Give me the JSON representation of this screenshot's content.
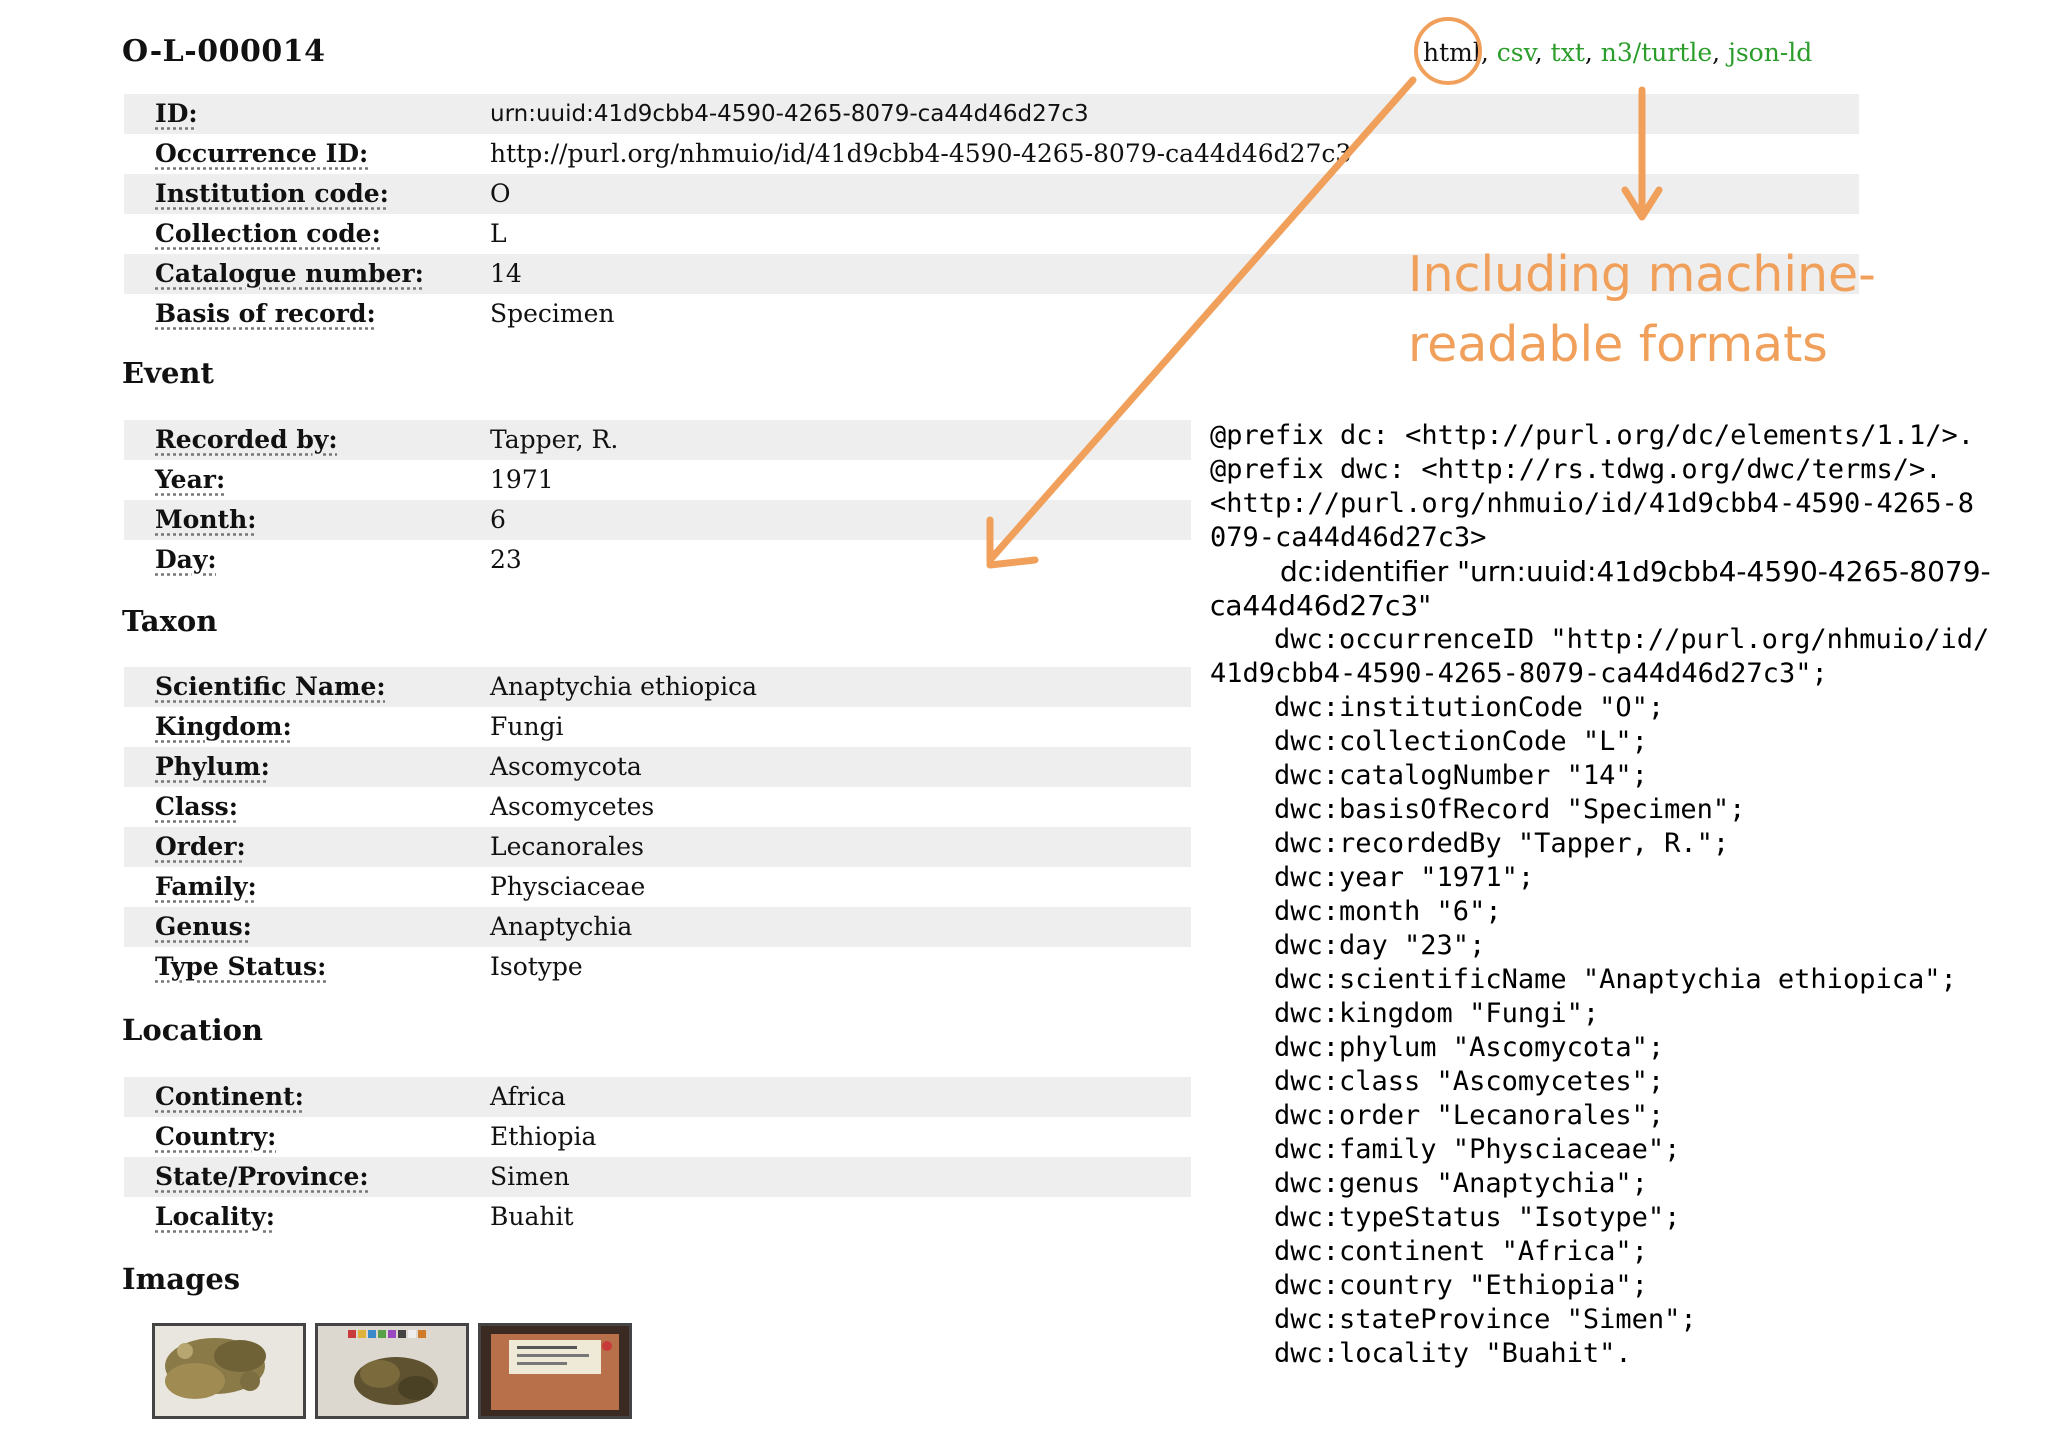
{
  "record": {
    "title": "O-L-000014",
    "rows": [
      {
        "label": "ID:",
        "value": "urn:uuid:41d9cbb4-4590-4265-8079-ca44d46d27c3"
      },
      {
        "label": "Occurrence ID:",
        "value": "http://purl.org/nhmuio/id/41d9cbb4-4590-4265-8079-ca44d46d27c3"
      },
      {
        "label": "Institution code:",
        "value": "O"
      },
      {
        "label": "Collection code:",
        "value": "L"
      },
      {
        "label": "Catalogue number:",
        "value": "14"
      },
      {
        "label": "Basis of record:",
        "value": "Specimen"
      }
    ]
  },
  "formats": {
    "current": "html",
    "links": [
      "csv",
      "txt",
      "n3/turtle",
      "json-ld"
    ],
    "separator": ","
  },
  "event": {
    "title": "Event",
    "rows": [
      {
        "label": "Recorded by:",
        "value": "Tapper, R."
      },
      {
        "label": "Year:",
        "value": "1971"
      },
      {
        "label": "Month:",
        "value": "6"
      },
      {
        "label": "Day:",
        "value": "23"
      }
    ]
  },
  "taxon": {
    "title": "Taxon",
    "rows": [
      {
        "label": "Scientific Name:",
        "value": "Anaptychia ethiopica"
      },
      {
        "label": "Kingdom:",
        "value": "Fungi"
      },
      {
        "label": "Phylum:",
        "value": "Ascomycota"
      },
      {
        "label": "Class:",
        "value": "Ascomycetes"
      },
      {
        "label": "Order:",
        "value": "Lecanorales"
      },
      {
        "label": "Family:",
        "value": "Physciaceae"
      },
      {
        "label": "Genus:",
        "value": "Anaptychia"
      },
      {
        "label": "Type Status:",
        "value": "Isotype"
      }
    ]
  },
  "location": {
    "title": "Location",
    "rows": [
      {
        "label": "Continent:",
        "value": "Africa"
      },
      {
        "label": "Country:",
        "value": "Ethiopia"
      },
      {
        "label": "State/Province:",
        "value": "Simen"
      },
      {
        "label": "Locality:",
        "value": "Buahit"
      }
    ]
  },
  "images": {
    "title": "Images",
    "count": 3
  },
  "callout": {
    "lines": [
      "Including machine-",
      "readable formats"
    ],
    "color": "#f0a05a"
  },
  "turtle": {
    "lines": [
      "@prefix dc: <http://purl.org/dc/elements/1.1/>.",
      "@prefix dwc: <http://rs.tdwg.org/dwc/terms/>.",
      "<http://purl.org/nhmuio/id/41d9cbb4-4590-4265-8",
      "079-ca44d46d27c3>",
      "dc:identifier \"urn:uuid:41d9cbb4-4590-4265-8079-",
      "ca44d46d27c3\"",
      "dwc:occurrenceID \"http://purl.org/nhmuio/id/",
      "41d9cbb4-4590-4265-8079-ca44d46d27c3\";",
      "dwc:institutionCode \"O\";",
      "dwc:collectionCode \"L\";",
      "dwc:catalogNumber \"14\";",
      "dwc:basisOfRecord \"Specimen\";",
      "dwc:recordedBy \"Tapper, R.\";",
      "dwc:year \"1971\";",
      "dwc:month \"6\";",
      "dwc:day \"23\";",
      "dwc:scientificName \"Anaptychia ethiopica\";",
      "dwc:kingdom \"Fungi\";",
      "dwc:phylum \"Ascomycota\";",
      "dwc:class \"Ascomycetes\";",
      "dwc:order \"Lecanorales\";",
      "dwc:family \"Physciaceae\";",
      "dwc:genus \"Anaptychia\";",
      "dwc:typeStatus \"Isotype\";",
      "dwc:continent \"Africa\";",
      "dwc:country \"Ethiopia\";",
      "dwc:stateProvince \"Simen\";",
      "dwc:locality \"Buahit\"."
    ]
  },
  "colors": {
    "accent": "#f0a05a",
    "link": "#2a9d2a",
    "row_shade": "#eeeeee"
  }
}
